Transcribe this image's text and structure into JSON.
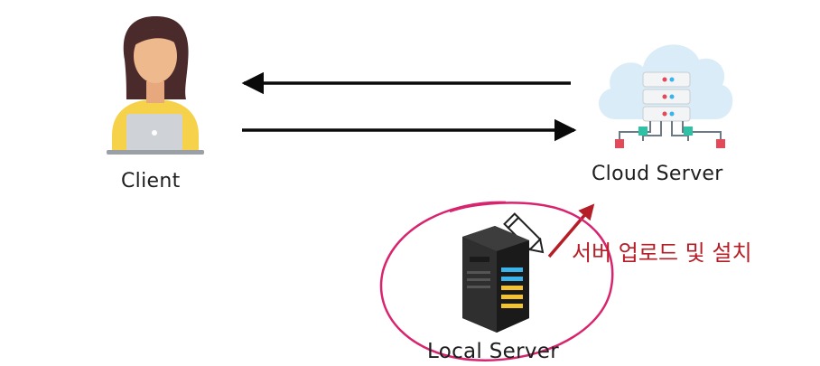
{
  "nodes": {
    "client": {
      "label": "Client"
    },
    "cloud_server": {
      "label": "Cloud Server"
    },
    "local_server": {
      "label": "Local Server"
    }
  },
  "annotation": {
    "text": "서버 업로드 및 설치"
  },
  "colors": {
    "arrow": "#0a0a0a",
    "annotation": "#b51e26",
    "circle": "#d8246e",
    "hair": "#4a2a2a",
    "skin": "#efb98e",
    "shirt": "#f6d14a",
    "laptop": "#cfd2d6",
    "cloud": "#d9ecf7",
    "server_dark": "#2a2a2a",
    "led_blue": "#3ab4ea",
    "led_yellow": "#f2c232"
  }
}
